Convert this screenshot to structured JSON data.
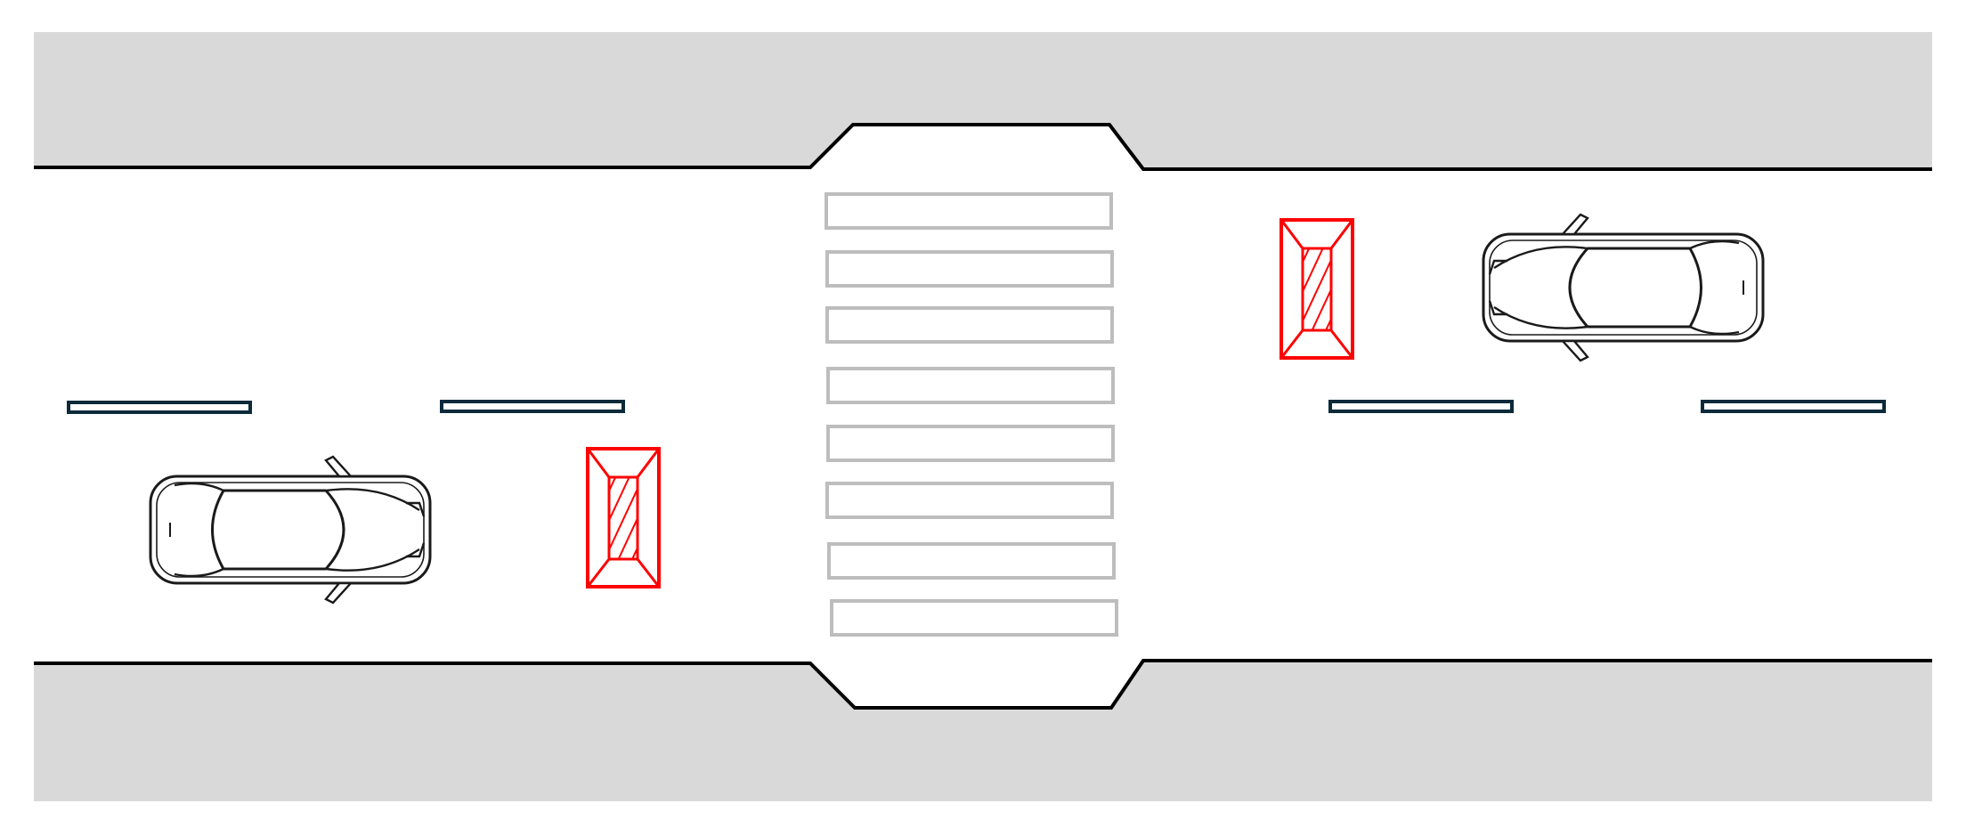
{
  "colors": {
    "background": "#ffffff",
    "sidewalk": "#d9d9d9",
    "curb_line": "#000000",
    "lane_marking_fill": "#ffffff",
    "lane_marking_stroke": "#0b2a3a",
    "crosswalk_stripe": "#bdbdbd",
    "speed_bump": "#ff0000",
    "car_outline": "#1a1a1a",
    "car_fill": "#ffffff"
  },
  "scene": {
    "crosswalk_stripe_count": 8,
    "lane_dash_count": 4,
    "cars": [
      {
        "id": "car-left",
        "direction": "right"
      },
      {
        "id": "car-right",
        "direction": "left"
      }
    ],
    "speed_bumps": [
      {
        "id": "speed-bump-left"
      },
      {
        "id": "speed-bump-right"
      }
    ],
    "icons": [
      "car-top-view-icon",
      "speed-bump-icon"
    ]
  }
}
